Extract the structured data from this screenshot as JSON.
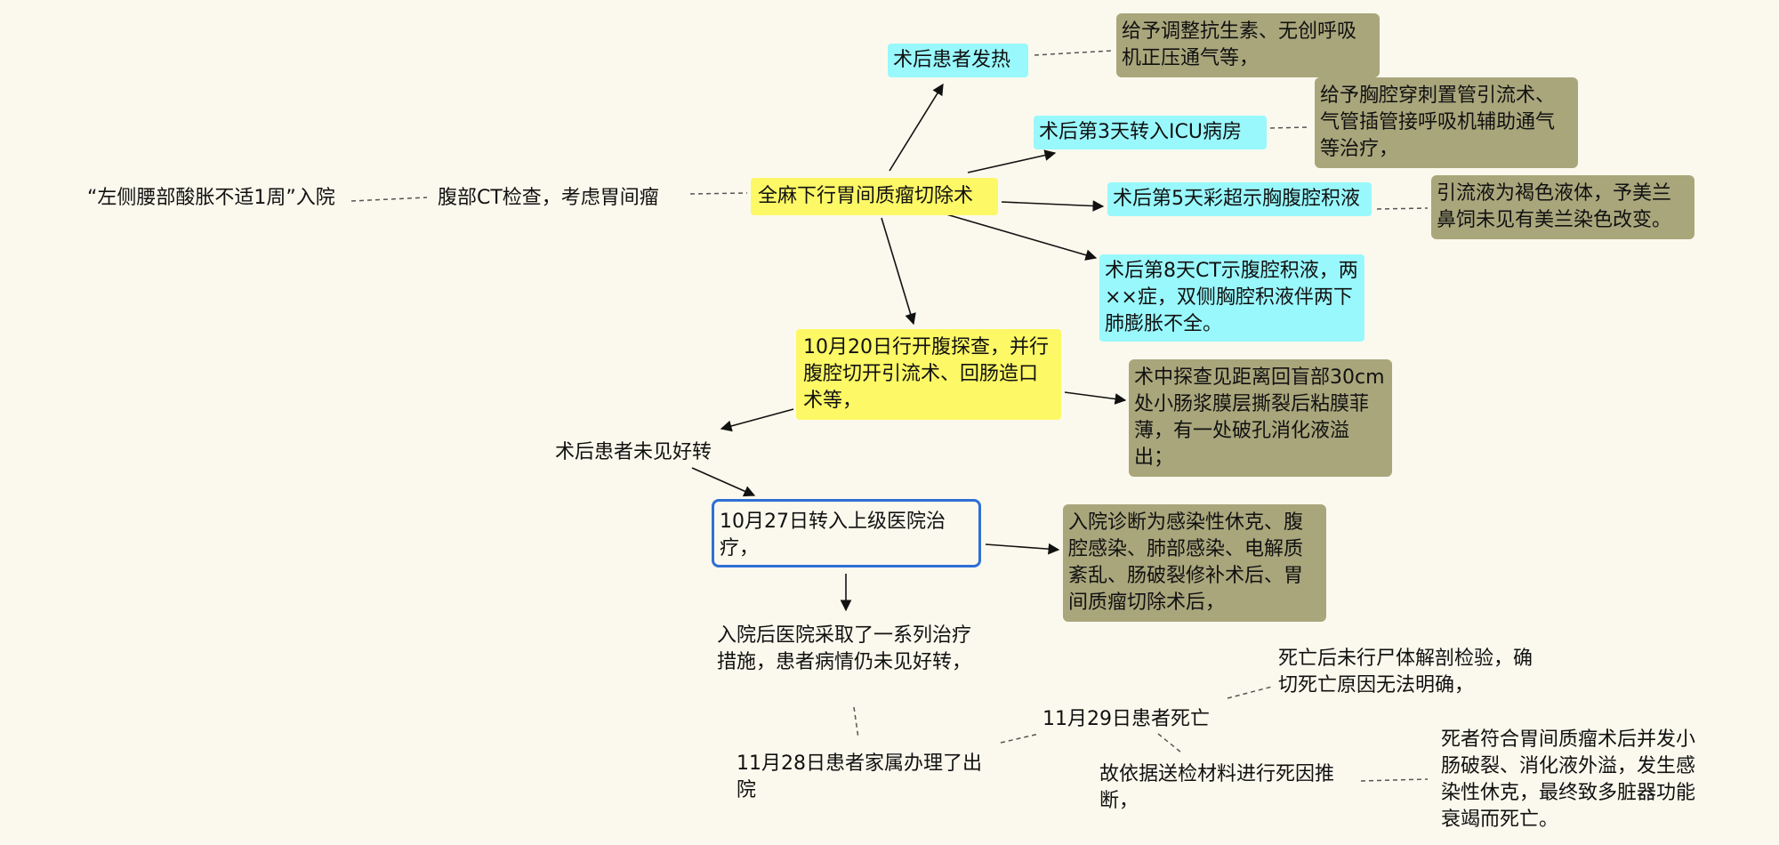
{
  "nodes": {
    "admission": "“左侧腰部酸胀不适1周”入院",
    "ct_exam": "腹部CT检查，考虑胃间瘤",
    "surgery": "全麻下行胃间质瘤切除术",
    "fever": "术后患者发热",
    "fever_treatment": "给予调整抗生素、无创呼吸机正压通气等，",
    "icu": "术后第3天转入ICU病房",
    "icu_treatment": "给予胸腔穿刺置管引流术、气管插管接呼吸机辅助通气等治疗，",
    "day5_ultrasound": "术后第5天彩超示胸腹腔积液",
    "drainage_result": "引流液为褐色液体，予美兰鼻饲未见有美兰染色改变。",
    "day8_ct": "术后第8天CT示腹腔积液，两××症，双侧胸腔积液伴两下肺膨胀不全。",
    "laparotomy": "10月20日行开腹探查，并行腹腔切开引流术、回肠造口术等，",
    "intraop_finding": "术中探查见距离回盲部30cm处小肠浆膜层撕裂后粘膜菲薄，有一处破孔消化液溢出；",
    "no_improvement": "术后患者未见好转",
    "transfer": "10月27日转入上级医院治疗，",
    "admission_diagnosis": "入院诊断为感染性休克、腹腔感染、肺部感染、电解质紊乱、肠破裂修补术后、胃间质瘤切除术后，",
    "treatment_measures": "入院后医院采取了一系列治疗措施，患者病情仍未见好转，",
    "discharge": "11月28日患者家属办理了出院",
    "death": "11月29日患者死亡",
    "no_autopsy": "死亡后未行尸体解剖检验，确切死亡原因无法明确，",
    "inference": "故依据送检材料进行死因推断，",
    "conclusion": "死者符合胃间质瘤术后并发小肠破裂、消化液外溢，发生感染性休克，最终致多脏器功能衰竭而死亡。"
  },
  "colors": {
    "background": "#fbf9ed",
    "cyan": "#99f8fc",
    "yellow": "#fcf866",
    "olive": "#a9a67c",
    "selection": "#2f6fd6"
  }
}
